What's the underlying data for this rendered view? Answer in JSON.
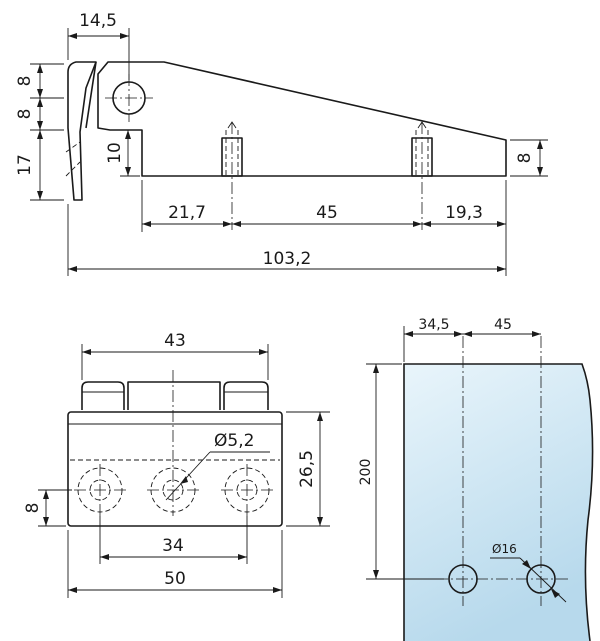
{
  "side_view": {
    "dims": {
      "top_width": "14,5",
      "left_upper": "8",
      "left_middle": "8",
      "left_lower": "17",
      "step": "10",
      "right_end": "8",
      "seg1": "21,7",
      "seg2": "45",
      "seg3": "19,3",
      "overall": "103,2"
    }
  },
  "front_view": {
    "dims": {
      "top": "43",
      "hole_dia": "Ø5,2",
      "height": "26,5",
      "hole_axis": "8",
      "hole_spacing": "34",
      "width": "50"
    }
  },
  "glass_view": {
    "dims": {
      "edge_offset": "34,5",
      "hole_spacing": "45",
      "height": "200",
      "hole_dia": "Ø16"
    },
    "colors": {
      "glass_top": "#e9f5fb",
      "glass_bottom": "#b7d9ec"
    }
  }
}
